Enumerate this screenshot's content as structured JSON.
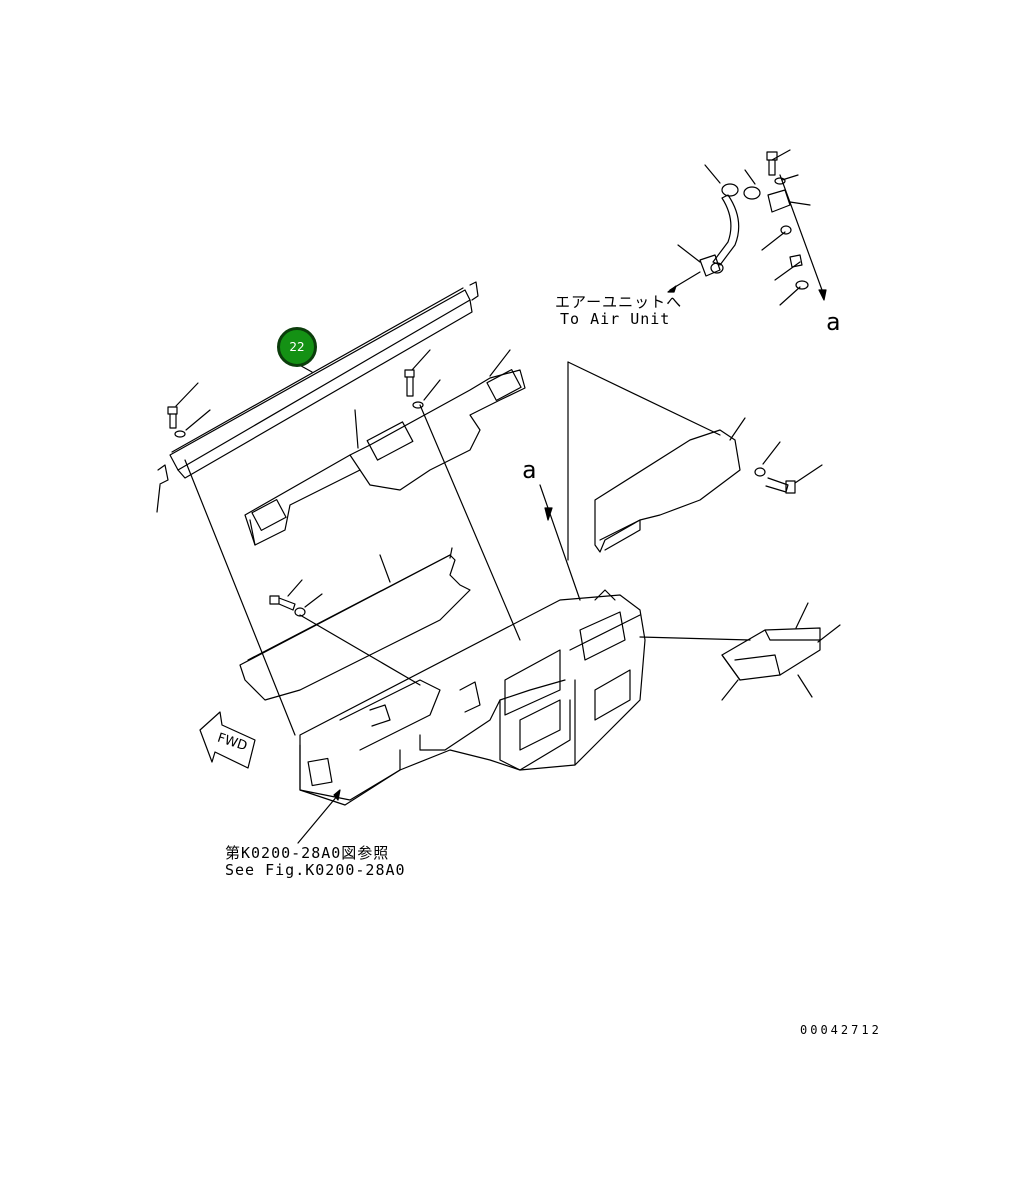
{
  "callout": {
    "number": "22",
    "color": "#149114"
  },
  "to_air_unit": {
    "jp": "エアーユニットへ",
    "en": "To Air Unit"
  },
  "ref_letter_top": "a",
  "ref_letter_mid": "a",
  "fwd_label": "FWD",
  "see_fig": {
    "jp": "第K0200-28A0図参照",
    "en": "See Fig.K0200-28A0"
  },
  "drawing_number": "00042712"
}
